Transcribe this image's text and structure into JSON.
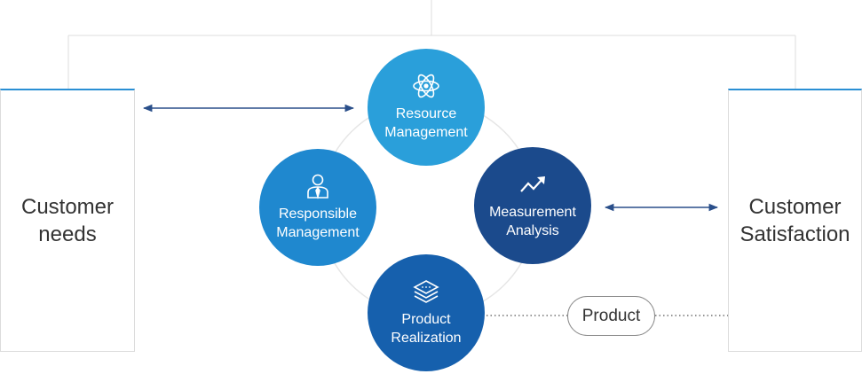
{
  "left_box": {
    "label": "Customer\nneeds"
  },
  "right_box": {
    "label": "Customer\nSatisfaction"
  },
  "nodes": {
    "resource": {
      "label": "Resource\nManagement",
      "icon": "atom-icon",
      "color": "#2a9fda"
    },
    "responsible": {
      "label": "Responsible\nManagement",
      "icon": "person-tie-icon",
      "color": "#1f88cf"
    },
    "measurement": {
      "label": "Measurement\nAnalysis",
      "icon": "trend-up-icon",
      "color": "#1b4a8c"
    },
    "product": {
      "label": "Product\nRealization",
      "icon": "layers-icon",
      "color": "#1660ad"
    }
  },
  "product_pill": {
    "label": "Product"
  },
  "colors": {
    "arrow": "#2a4f8a",
    "box_top_border": "#2a8fd4",
    "connector": "#dcdcdc"
  }
}
